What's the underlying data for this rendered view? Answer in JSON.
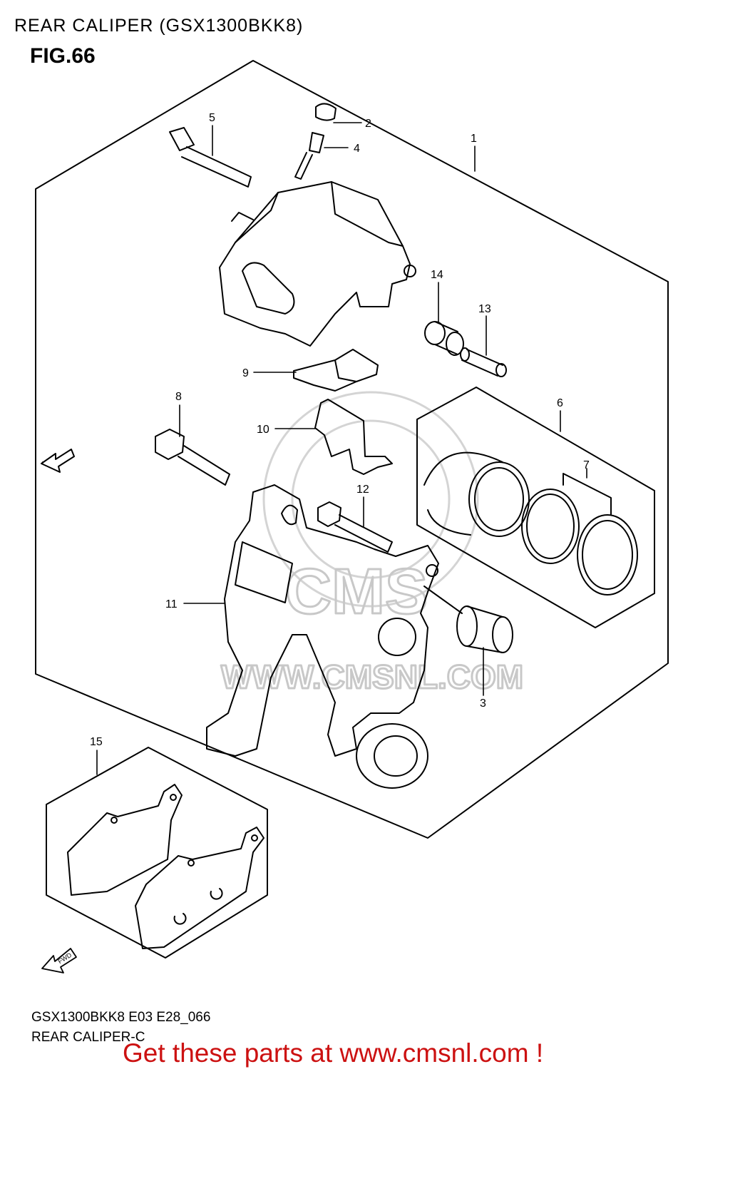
{
  "header": {
    "title": "REAR CALIPER (GSX1300BKK8)",
    "fig": "FIG.66"
  },
  "watermark": {
    "url": "WWW.CMSNL.COM",
    "logo_text": "CMS"
  },
  "callouts": [
    "1",
    "2",
    "3",
    "4",
    "5",
    "6",
    "7",
    "8",
    "9",
    "10",
    "11",
    "12",
    "13",
    "14",
    "15"
  ],
  "fwd_label": "FWD",
  "footer": {
    "model_code": "GSX1300BKK8 E03 E28_066",
    "section": "REAR CALIPER-C"
  },
  "promo": "Get these parts at www.cmsnl.com !",
  "colors": {
    "promo": "#cc1111",
    "lines": "#000000",
    "watermark": "#c8c8c8"
  }
}
